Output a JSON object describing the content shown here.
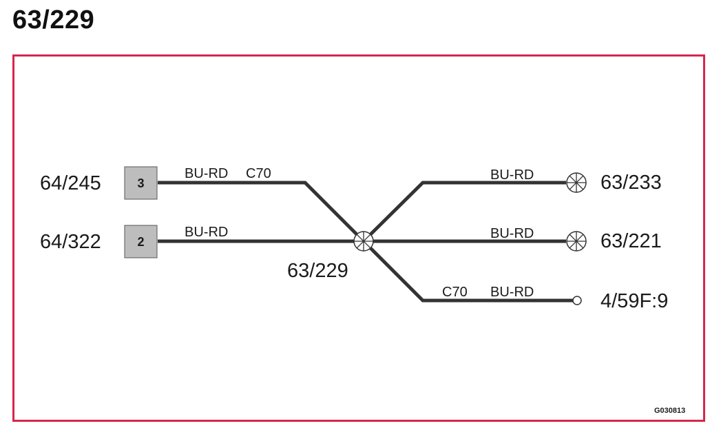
{
  "title": "63/229",
  "splice": {
    "label": "63/229"
  },
  "connectors": [
    {
      "ref": "64/245",
      "pin": "3"
    },
    {
      "ref": "64/322",
      "pin": "2"
    }
  ],
  "wires": [
    {
      "code1": "BU-RD",
      "code2": "C70"
    },
    {
      "code1": "BU-RD"
    },
    {
      "code1": "BU-RD"
    },
    {
      "code1": "BU-RD"
    },
    {
      "code1": "C70",
      "code2": "BU-RD"
    }
  ],
  "endpoints": [
    {
      "ref": "63/233",
      "symbol": "splice-icon"
    },
    {
      "ref": "63/221",
      "symbol": "splice-icon"
    },
    {
      "ref": "4/59F:9",
      "symbol": "terminal-icon"
    }
  ],
  "drawing_code": "G030813",
  "colors": {
    "frame": "#d6274a",
    "wire": "#333333",
    "pin_box": "#bdbdbd"
  }
}
